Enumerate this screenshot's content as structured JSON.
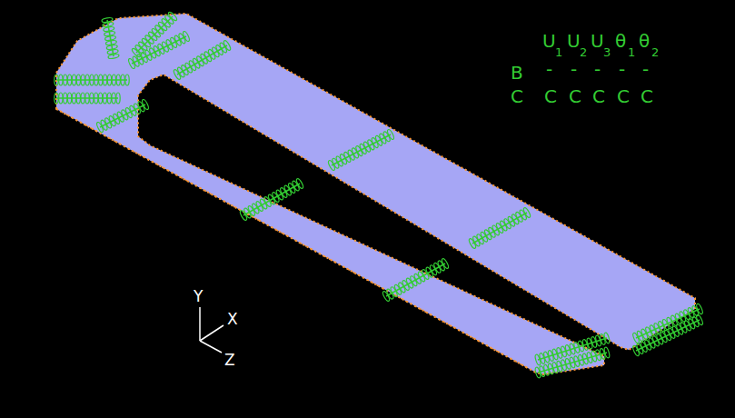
{
  "diagram": {
    "labels": [
      "U",
      "1",
      "U",
      "2",
      "U",
      "3",
      "θ",
      "1",
      "θ",
      "2",
      "B",
      "-",
      "-",
      "-",
      "-",
      "-",
      "C",
      "C",
      "C",
      "C",
      "C",
      "C",
      "Y",
      "X",
      "Z"
    ]
  }
}
